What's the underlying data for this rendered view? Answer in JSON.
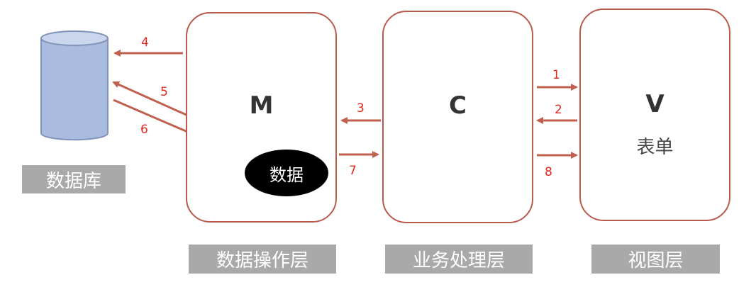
{
  "database": {
    "label": "数据库"
  },
  "model": {
    "letter": "M",
    "data_label": "数据",
    "layer_label": "数据操作层"
  },
  "controller": {
    "letter": "C",
    "layer_label": "业务处理层"
  },
  "view": {
    "letter": "V",
    "sub_label": "表单",
    "layer_label": "视图层"
  },
  "arrows": [
    "1",
    "2",
    "3",
    "4",
    "5",
    "6",
    "7",
    "8"
  ],
  "colors": {
    "border": "#b85a4c",
    "arrow": "#c0604f",
    "number": "#e3281e",
    "label_bar": "#a9a9a9",
    "cylinder": "#a9bcdf"
  }
}
